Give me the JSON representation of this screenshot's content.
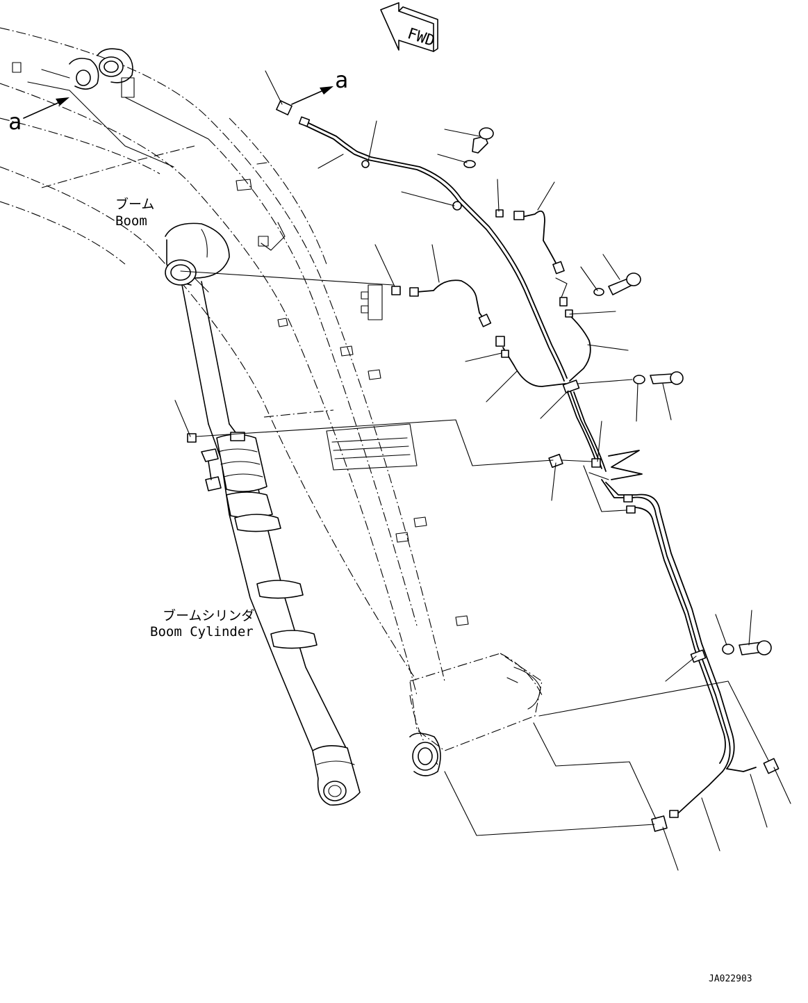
{
  "direction_label": "FWD",
  "view_marker": "a",
  "boom_label_jp": "ブーム",
  "boom_label_en": "Boom",
  "boom_cylinder_label_jp": "ブームシリンダ",
  "boom_cylinder_label_en": "Boom Cylinder",
  "drawing_code": "JA022903"
}
